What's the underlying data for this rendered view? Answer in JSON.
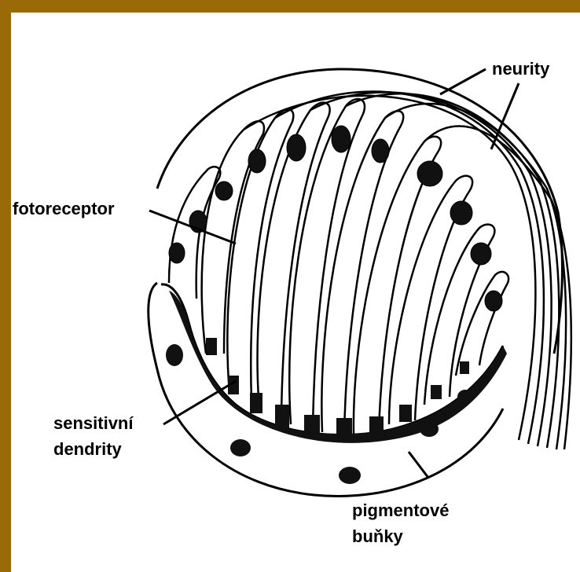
{
  "labels": {
    "neurity": "neurity",
    "fotoreceptor": "fotoreceptor",
    "sensitivni_line1": "sensitivní",
    "sensitivni_line2": "dendrity",
    "pigmentove_line1": "pigmentové",
    "pigmentove_line2": "buňky"
  },
  "colors": {
    "frame": "#9b6a08",
    "background": "#ffffff",
    "ink": "#000000"
  }
}
